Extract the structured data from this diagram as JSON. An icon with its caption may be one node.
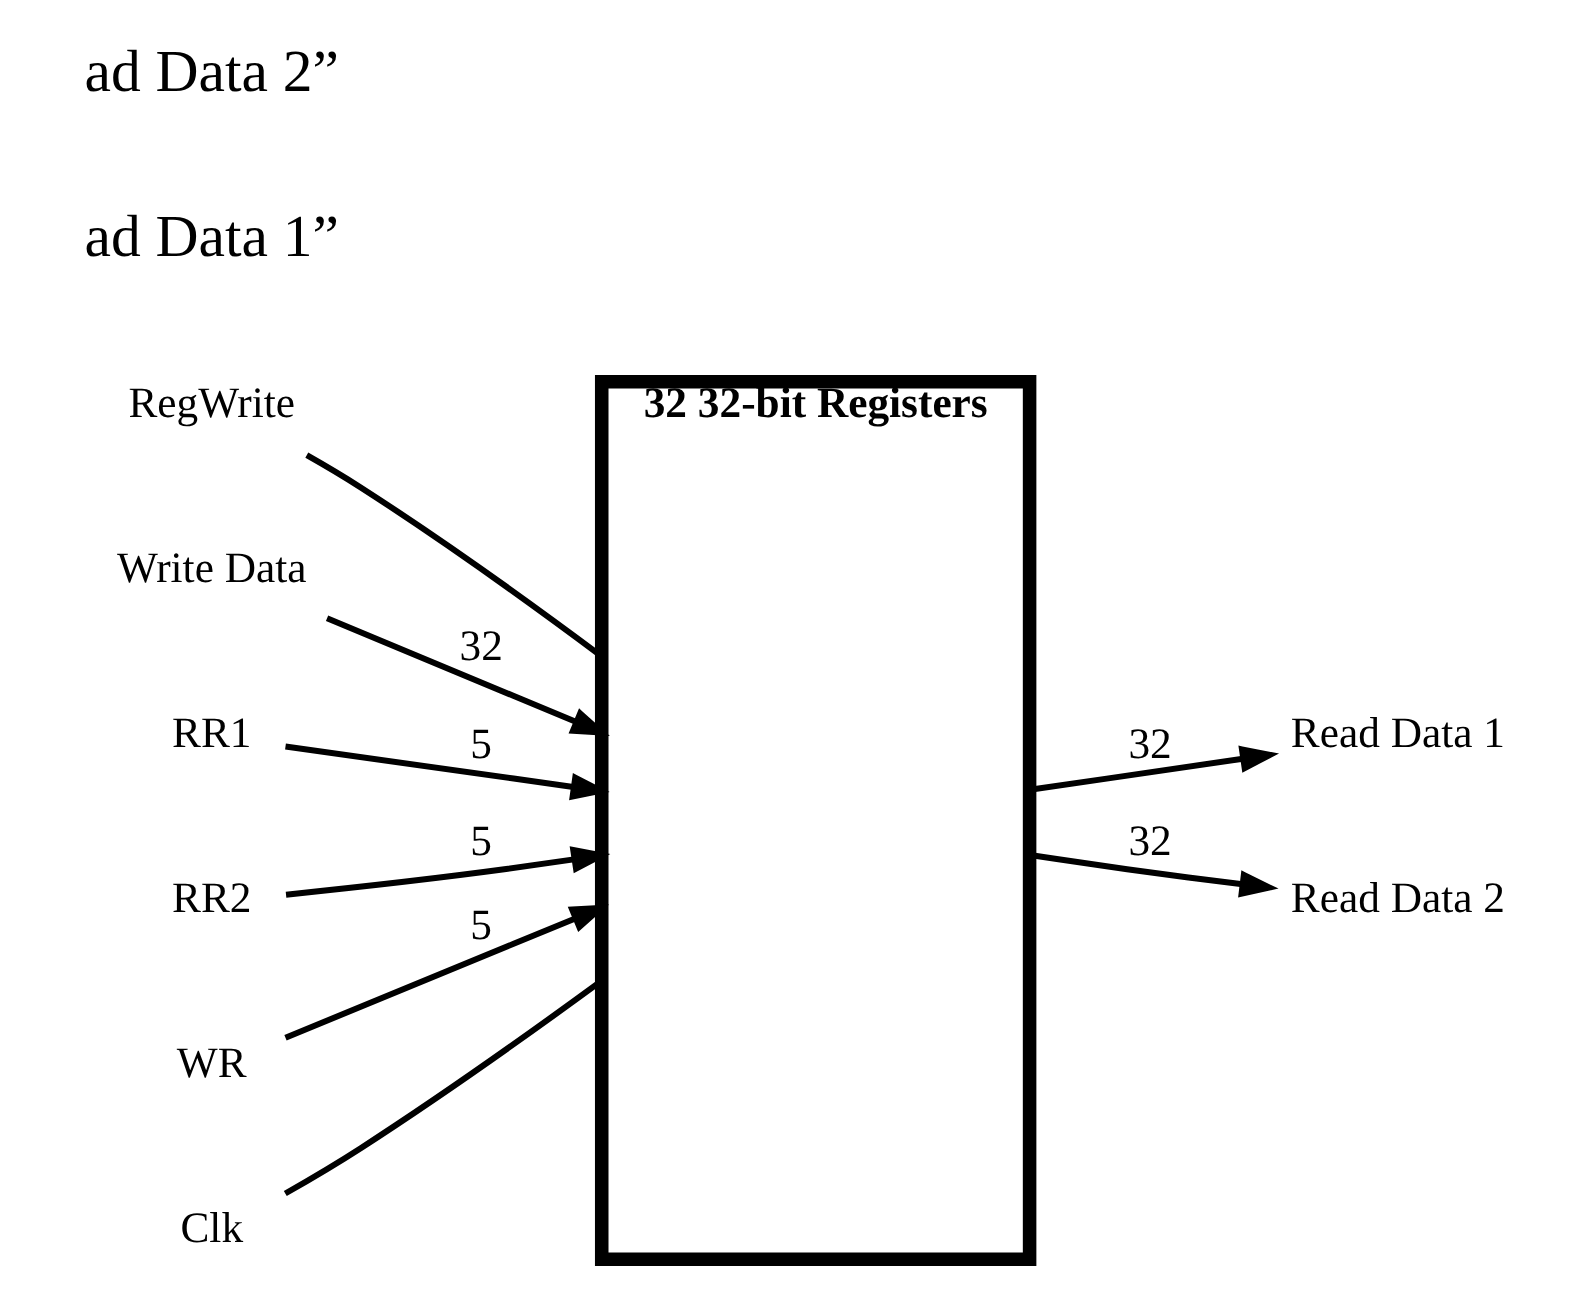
{
  "diagram": {
    "nodes": [
      {
        "text": [
          "32 32-bit Registers"
        ]
      },
      {
        "text": [
          "RegWrite"
        ]
      },
      {
        "text": [
          "Write Data"
        ]
      },
      {
        "text": [
          "RR1"
        ]
      },
      {
        "text": [
          "RR2"
        ]
      },
      {
        "text": [
          "WR"
        ]
      },
      {
        "text": [
          "Clk"
        ]
      },
      {
        "text": [
          "Read Data 1"
        ]
      },
      {
        "text": [
          "Read Data 2"
        ]
      }
    ],
    "edges": [
      {
        "from": 1,
        "to": 0,
        "arrow": "none"
      },
      {
        "from": 2,
        "to": 0,
        "arrow": "to",
        "label": "32"
      },
      {
        "from": 3,
        "to": 0,
        "arrow": "to",
        "label": "5"
      },
      {
        "from": 4,
        "to": 0,
        "arrow": "to",
        "label": "5"
      },
      {
        "from": 5,
        "to": 0,
        "arrow": "to",
        "label": "5"
      },
      {
        "from": 6,
        "to": 0,
        "arrow": "none"
      },
      {
        "from": 0,
        "to": 7,
        "arrow": "to",
        "label": "32"
      },
      {
        "from": 0,
        "to": 8,
        "arrow": "to",
        "label": "32"
      }
    ],
    "labels": [
      "ad Data 1”",
      "ad Data 2”"
    ]
  }
}
